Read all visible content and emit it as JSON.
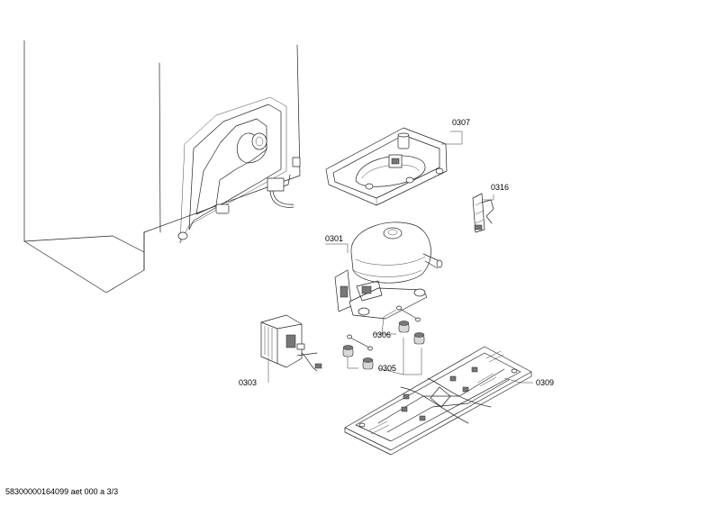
{
  "diagram": {
    "parts": [
      {
        "id": "0301",
        "label": "0301"
      },
      {
        "id": "0303",
        "label": "0303"
      },
      {
        "id": "0305",
        "label": "0305"
      },
      {
        "id": "0306",
        "label": "0306"
      },
      {
        "id": "0307",
        "label": "0307"
      },
      {
        "id": "0309",
        "label": "0309"
      },
      {
        "id": "0316",
        "label": "0316"
      }
    ],
    "footer": "58300000164099 aet 000 a 3/3"
  }
}
